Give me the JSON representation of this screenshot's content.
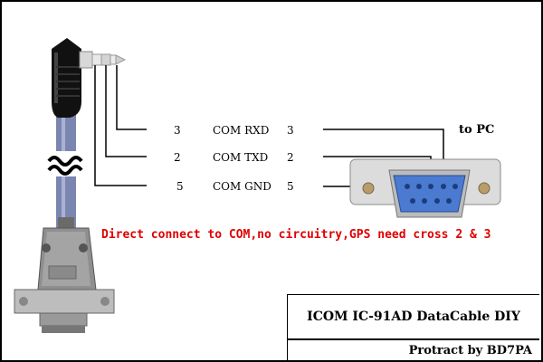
{
  "connections": [
    {
      "pin_left": "3",
      "signal": "COM RXD",
      "pin_right": "3"
    },
    {
      "pin_left": "2",
      "signal": "COM TXD",
      "pin_right": "2"
    },
    {
      "pin_left": "5",
      "signal": "COM GND",
      "pin_right": "5"
    }
  ],
  "to_pc_label": "to PC",
  "note": "Direct connect to COM,no circuitry,GPS need cross 2 & 3",
  "title": "ICOM IC-91AD DataCable DIY",
  "author": "Protract by BD7PA",
  "colors": {
    "wire": "#000000",
    "note": "#e00000",
    "db9_shell": "#4a7bd0",
    "metal": "#c8c8c8",
    "cable": "#7a86b0"
  }
}
